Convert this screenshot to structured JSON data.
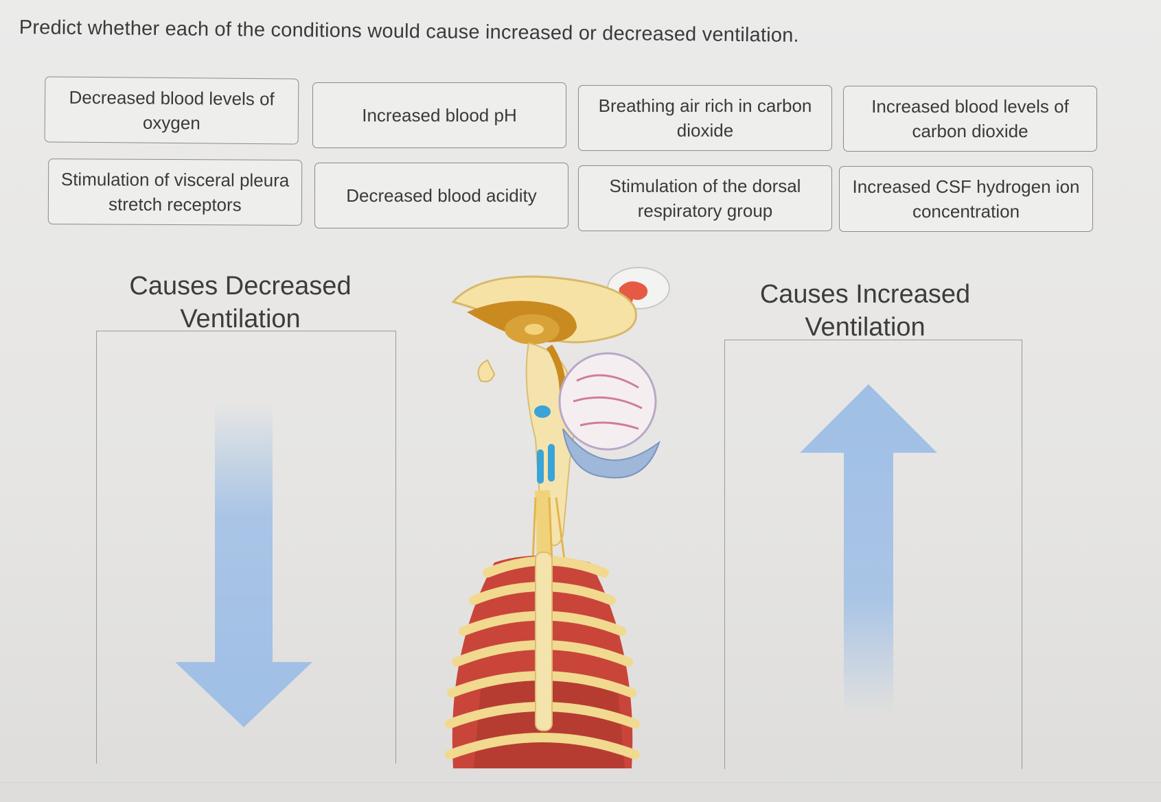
{
  "instruction": "Predict whether each of the conditions would cause increased or decreased ventilation.",
  "cards": [
    {
      "label": "Decreased blood levels of oxygen"
    },
    {
      "label": "Increased blood pH"
    },
    {
      "label": "Breathing air rich in carbon dioxide"
    },
    {
      "label": "Increased blood levels of carbon dioxide"
    },
    {
      "label": "Stimulation of visceral pleura stretch receptors"
    },
    {
      "label": "Decreased blood acidity"
    },
    {
      "label": "Stimulation of the dorsal respiratory group"
    },
    {
      "label": "Increased CSF hydrogen ion concentration"
    }
  ],
  "zones": {
    "decreased": {
      "title": "Causes Decreased Ventilation",
      "arrow_icon": "down-arrow-icon"
    },
    "increased": {
      "title": "Causes Increased Ventilation",
      "arrow_icon": "up-arrow-icon"
    }
  },
  "colors": {
    "arrow": "#9fbfe6",
    "card_border": "#8a8a8a"
  }
}
